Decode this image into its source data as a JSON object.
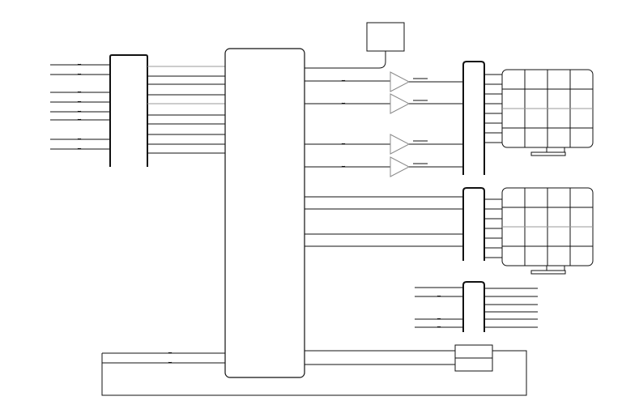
{
  "diagram": {
    "kind": "block-schematic",
    "labels_visible": false,
    "blocks": [
      {
        "id": "input-connector",
        "role": "connector"
      },
      {
        "id": "main-controller",
        "role": "processor"
      },
      {
        "id": "top-small-module",
        "role": "module"
      },
      {
        "id": "bus-connector-1",
        "role": "connector"
      },
      {
        "id": "bus-connector-2",
        "role": "connector"
      },
      {
        "id": "bus-connector-3",
        "role": "connector"
      },
      {
        "id": "display-panel-1",
        "role": "display"
      },
      {
        "id": "display-panel-2",
        "role": "display"
      },
      {
        "id": "bottom-module",
        "role": "module"
      }
    ],
    "buffers": {
      "count": 4,
      "icon": "triangle-buffer-icon"
    },
    "colors": {
      "stroke": "#111111",
      "faint_wire": "#9a9a9a",
      "buffer_outline": "#8a8a8a",
      "background": "#ffffff"
    }
  }
}
